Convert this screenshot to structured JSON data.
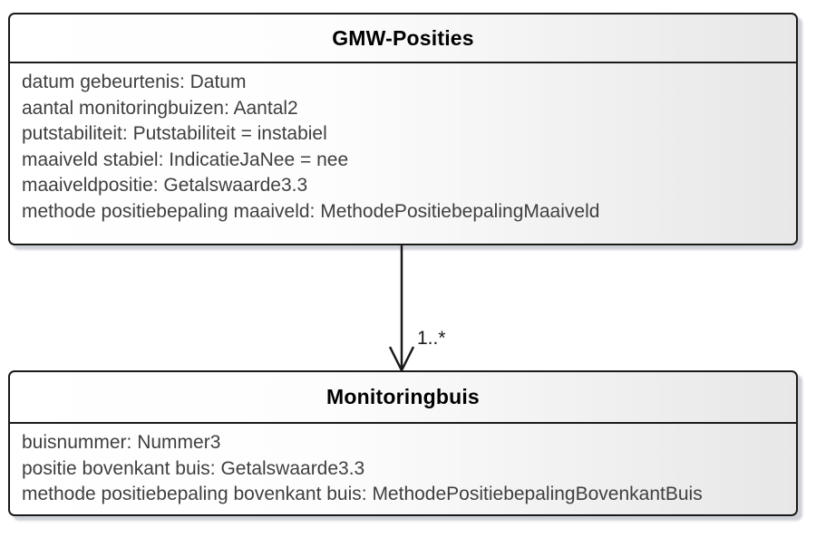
{
  "diagram": {
    "type": "uml-class-diagram",
    "background_color": "#ffffff",
    "box_border_color": "#1a1a1a",
    "box_fill_gradient": [
      "#ffffff",
      "#e7e7e7"
    ],
    "title_color": "#000000",
    "attribute_text_color": "#3f3f3f"
  },
  "classes": [
    {
      "name": "GMW-Posities",
      "attributes": [
        "datum gebeurtenis: Datum",
        "aantal monitoringbuizen: Aantal2",
        "putstabiliteit: Putstabiliteit = instabiel",
        "maaiveld stabiel: IndicatieJaNee = nee",
        "maaiveldpositie: Getalswaarde3.3",
        "methode positiebepaling maaiveld: MethodePositiebepalingMaaiveld"
      ]
    },
    {
      "name": "Monitoringbuis",
      "attributes": [
        "buisnummer: Nummer3",
        "positie bovenkant buis: Getalswaarde3.3",
        "methode positiebepaling bovenkant buis: MethodePositiebepalingBovenkantBuis"
      ]
    }
  ],
  "association": {
    "from": "GMW-Posities",
    "to": "Monitoringbuis",
    "multiplicity": "1..*"
  }
}
